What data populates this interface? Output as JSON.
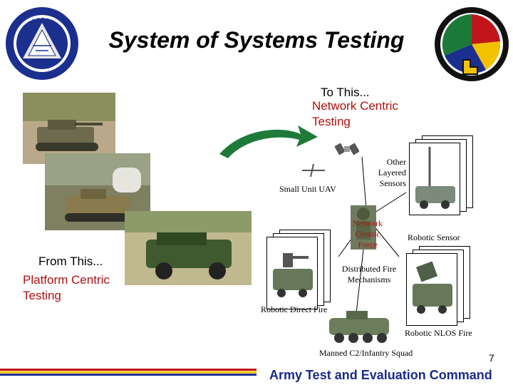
{
  "slide": {
    "title": "System of Systems Testing",
    "to_this": "To This...",
    "network_centric_line1": "Network Centric",
    "network_centric_line2": "Testing",
    "from_this": "From This...",
    "platform_centric_line1": "Platform Centric",
    "platform_centric_line2": "Testing",
    "footer": "Army Test and Evaluation Command",
    "page_number": "7"
  },
  "diagram": {
    "small_unit_uav": "Small Unit UAV",
    "other_layered_1": "Other",
    "other_layered_2": "Layered",
    "other_layered_3": "Sensors",
    "network_centric_force_1": "Network",
    "network_centric_force_2": "Centric",
    "network_centric_force_3": "Force",
    "robotic_sensor": "Robotic Sensor",
    "distributed_fire_1": "Distributed Fire",
    "distributed_fire_2": "Mechanisms",
    "robotic_direct_fire": "Robotic Direct Fire",
    "robotic_nlos_fire": "Robotic NLOS Fire",
    "manned_c2": "Manned C2/Infantry Squad"
  },
  "colors": {
    "title_text": "#000000",
    "accent_red": "#b01010",
    "footer_blue": "#1a2a8a",
    "arrow_green": "#1f7a3a",
    "stripe_red": "#c0161b",
    "stripe_yellow": "#f2c200",
    "stripe_blue": "#1b2f8f"
  }
}
